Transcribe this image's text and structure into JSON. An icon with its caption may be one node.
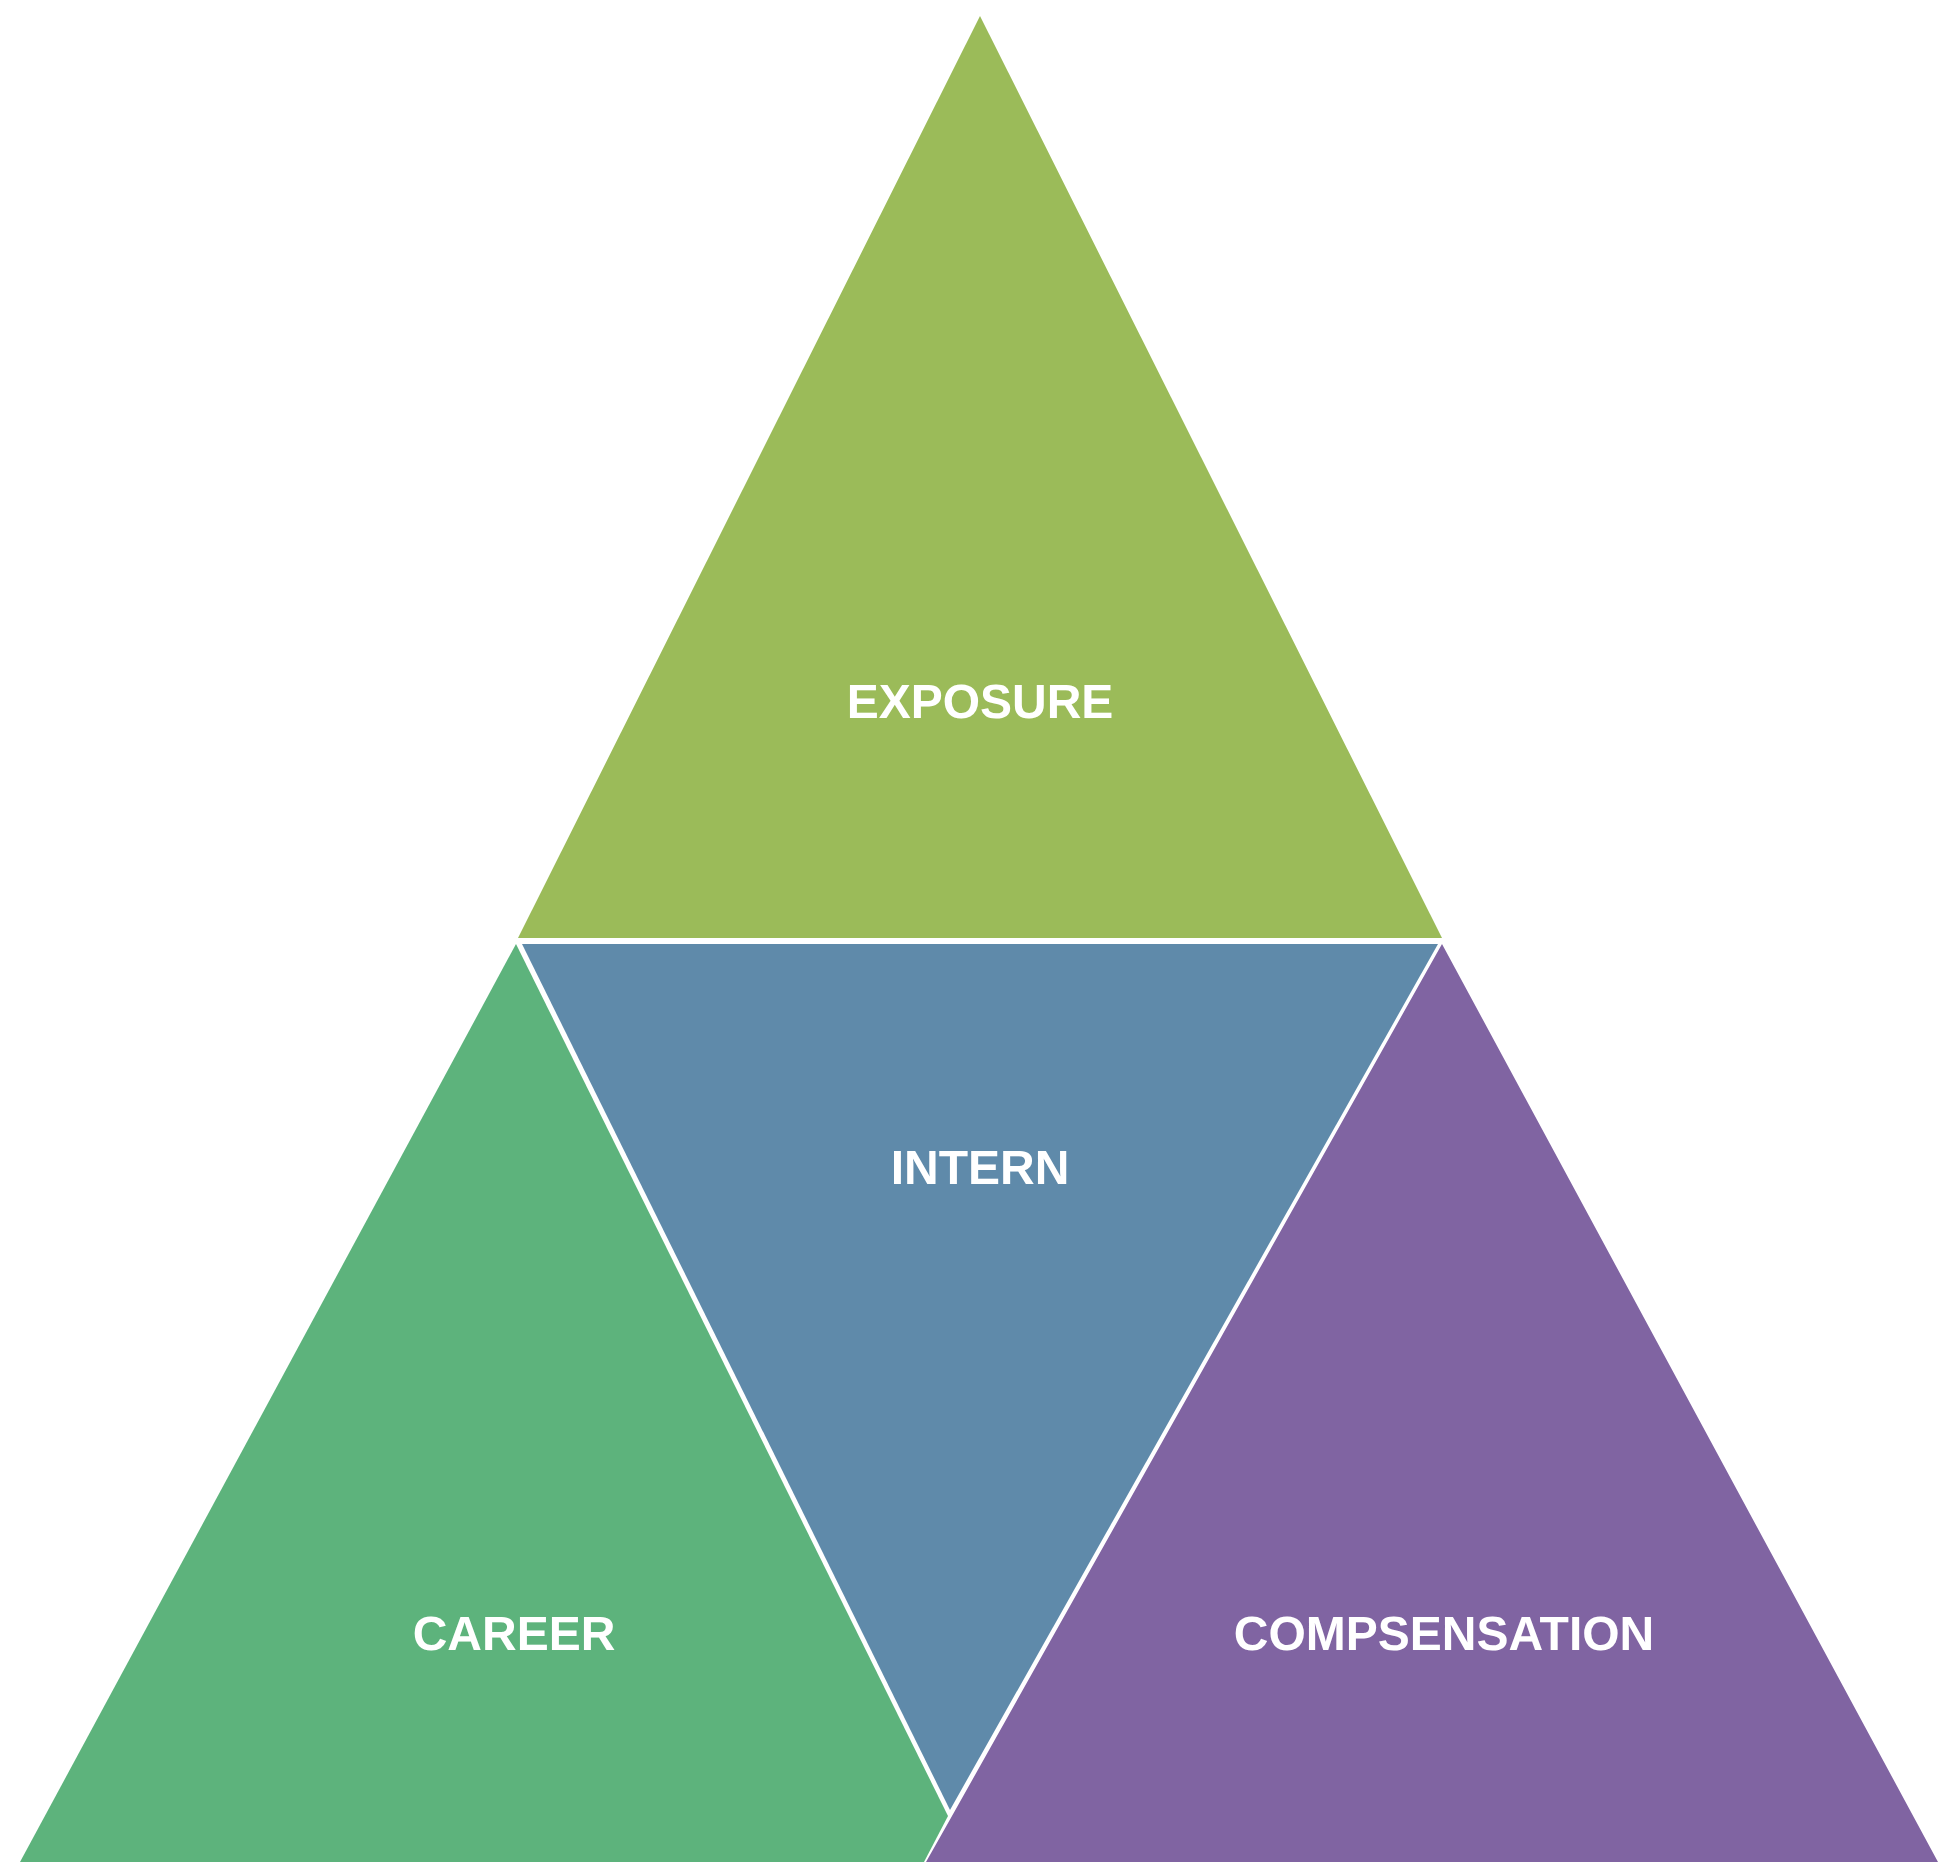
{
  "diagram": {
    "nodes": [
      {
        "text": [
          "EXPOSURE"
        ]
      },
      {
        "text": [
          "INTERN"
        ]
      },
      {
        "text": [
          "CAREER"
        ]
      },
      {
        "text": [
          "COMPSENSATION"
        ]
      }
    ]
  }
}
